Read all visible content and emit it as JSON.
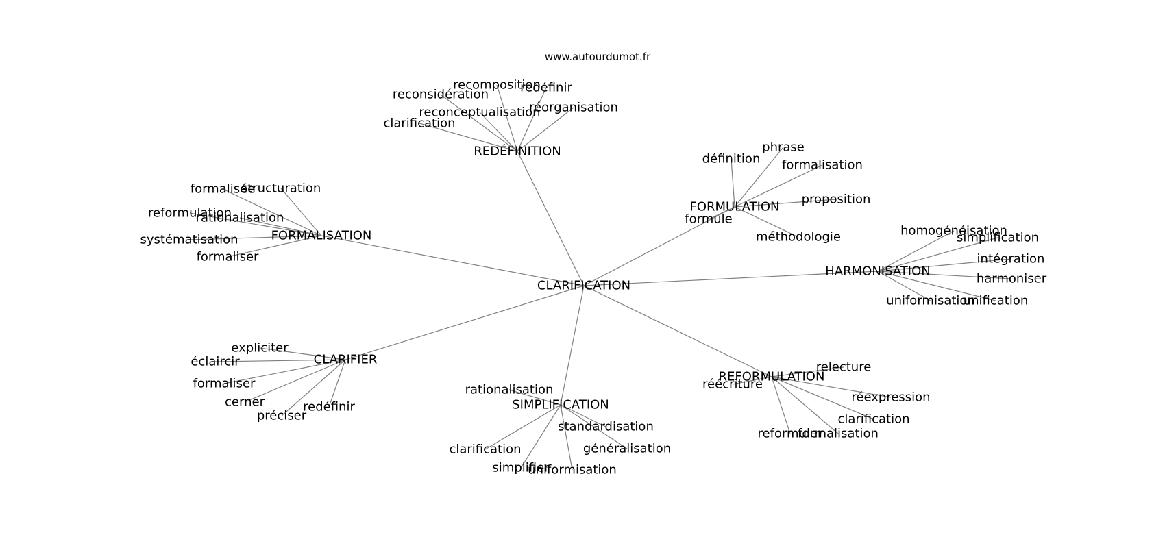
{
  "credit": "www.autourdumot.fr",
  "colors": {
    "edge": "#808080",
    "text": "#000000",
    "background": "#ffffff"
  },
  "center": "CLARIFICATION",
  "hubs": [
    {
      "id": "redefinition",
      "label": "REDÉFINITION",
      "leaves": [
        "recomposition",
        "redéfinir",
        "reconsidération",
        "réorganisation",
        "reconceptualisation",
        "clarification"
      ]
    },
    {
      "id": "formulation",
      "label": "FORMULATION",
      "leaves": [
        "phrase",
        "définition",
        "formalisation",
        "proposition",
        "formule",
        "méthodologie"
      ]
    },
    {
      "id": "formalisation",
      "label": "FORMALISATION",
      "leaves": [
        "formalisée",
        "structuration",
        "reformulation",
        "rationalisation",
        "systématisation",
        "formaliser"
      ]
    },
    {
      "id": "harmonisation",
      "label": "HARMONISATION",
      "leaves": [
        "homogénéisation",
        "simplification",
        "intégration",
        "harmoniser",
        "uniformisation",
        "unification"
      ]
    },
    {
      "id": "clarifier",
      "label": "CLARIFIER",
      "leaves": [
        "expliciter",
        "éclaircir",
        "formaliser",
        "cerner",
        "préciser",
        "redéfinir"
      ]
    },
    {
      "id": "simplification",
      "label": "SIMPLIFICATION",
      "leaves": [
        "rationalisation",
        "standardisation",
        "généralisation",
        "clarification",
        "simplifier",
        "uniformisation"
      ]
    },
    {
      "id": "reformulation",
      "label": "REFORMULATION",
      "leaves": [
        "relecture",
        "réécriture",
        "réexpression",
        "clarification",
        "reformuler",
        "formalisation"
      ]
    }
  ]
}
